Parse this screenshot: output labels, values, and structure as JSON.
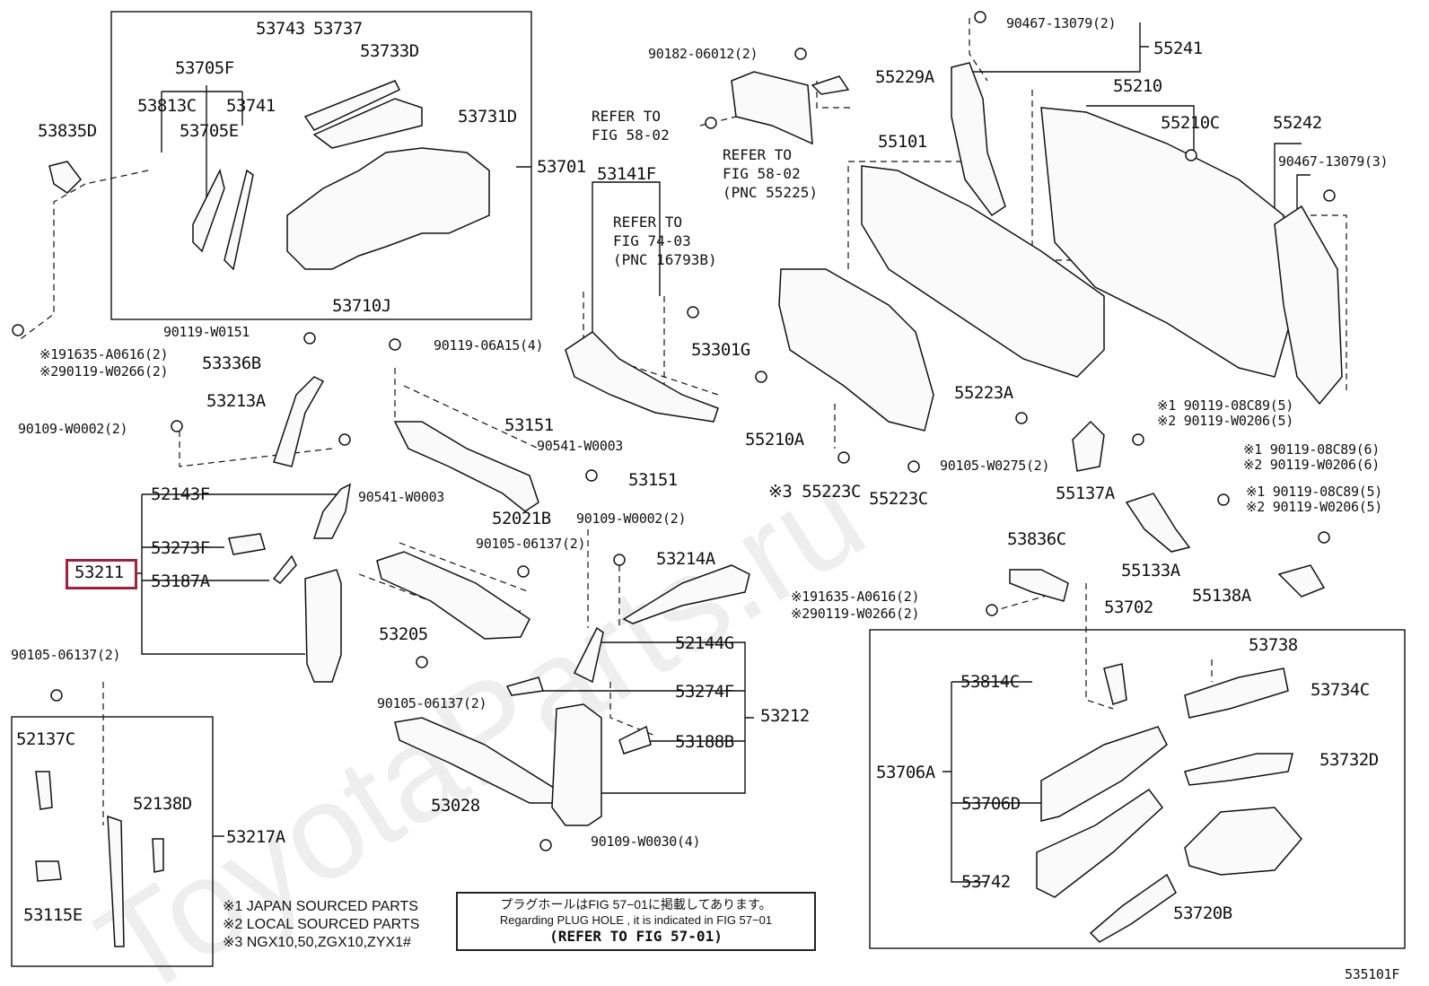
{
  "watermark": "ToyotaParts.ru",
  "diagram_id": "535101F",
  "highlighted_part": "53211",
  "notes": {
    "n1": "※1 JAPAN SOURCED PARTS",
    "n2": "※2 LOCAL SOURCED PARTS",
    "n3": "※3 NGX10,50,ZGX10,ZYX1#"
  },
  "plug_box": {
    "jp": "プラグホールはFIG 57−01に掲載してあります。",
    "en": "Regarding  PLUG  HOLE , it is indicated in FIG  57−01",
    "ref": "(REFER TO FIG 57-01)"
  },
  "labels": {
    "p53743": "53743",
    "p53737": "53737",
    "p53733D": "53733D",
    "p53705F": "53705F",
    "p53813C": "53813C",
    "p53741": "53741",
    "p53731D": "53731D",
    "p53705E": "53705E",
    "p53835D": "53835D",
    "p53701": "53701",
    "p53710J": "53710J",
    "p90119W0151": "90119-W0151",
    "p191635": "※191635-A0616(2)",
    "p290119": "※290119-W0266(2)",
    "p53336B": "53336B",
    "p53213A": "53213A",
    "p90109W0002a": "90109-W0002(2)",
    "p52143F": "52143F",
    "p53273F": "53273F",
    "p53211": "53211",
    "p53187A": "53187A",
    "p90105a": "90105-06137(2)",
    "p52137C": "52137C",
    "p52138D": "52138D",
    "p53217A": "53217A",
    "p53115E": "53115E",
    "p90119A15": "90119-06A15(4)",
    "p90541a": "90541-W0003",
    "p52021B": "52021B",
    "p53205": "53205",
    "p90105b": "90105-06137(2)",
    "p90105c": "90105-06137(2)",
    "p53028": "53028",
    "p90109W0030": "90109-W0030(4)",
    "p53141F": "53141F",
    "ref7403": "REFER TO\nFIG 74-03\n(PNC 16793B)",
    "p53301G": "53301G",
    "p53151a": "53151",
    "p90541b": "90541-W0003",
    "p53151b": "53151",
    "p90109W0002b": "90109-W0002(2)",
    "p53214A": "53214A",
    "p52144G": "52144G",
    "p53274F": "53274F",
    "p53212": "53212",
    "p53188B": "53188B",
    "p90182": "90182-06012(2)",
    "ref5802a": "REFER TO\nFIG 58-02",
    "ref5802b": "REFER TO\nFIG 58-02\n(PNC 55225)",
    "p55229A": "55229A",
    "p9046713079a": "90467-13079(2)",
    "p55241": "55241",
    "p55210": "55210",
    "p55210C": "55210C",
    "p55101": "55101",
    "p55242": "55242",
    "p9046713079b": "90467-13079(3)",
    "p55223A": "55223A",
    "p55210A": "55210A",
    "p90105W0275": "90105-W0275(2)",
    "p55223C1": "※3  55223C",
    "p55223C2": "55223C",
    "p55137A": "55137A",
    "pa1": "※1 90119-08C89(5)",
    "pa2": "※2 90119-W0206(5)",
    "pb1": "※1 90119-08C89(6)",
    "pb2": "※2 90119-W0206(6)",
    "pc1": "※1 90119-08C89(5)",
    "pc2": "※2 90119-W0206(5)",
    "p55133A": "55133A",
    "p55138A": "55138A",
    "p53836C": "53836C",
    "pd1": "※191635-A0616(2)",
    "pd2": "※290119-W0266(2)",
    "p53702": "53702",
    "p53738": "53738",
    "p53734C": "53734C",
    "p53814C": "53814C",
    "p53732D": "53732D",
    "p53706A": "53706A",
    "p53706D": "53706D",
    "p53742": "53742",
    "p53720B": "53720B"
  }
}
